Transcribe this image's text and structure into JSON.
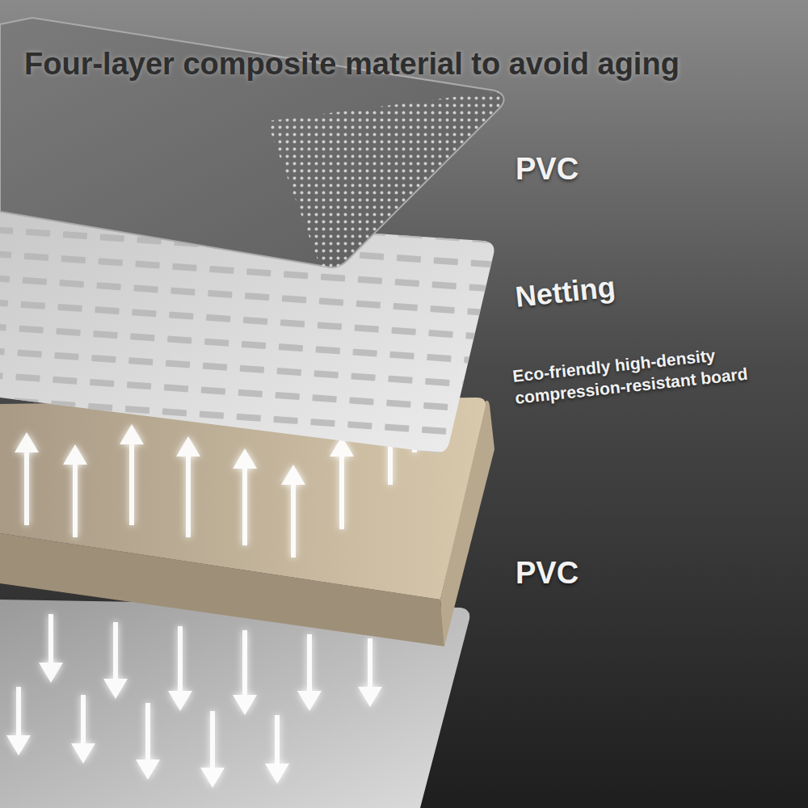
{
  "diagram": {
    "title": "Four-layer composite material to avoid aging",
    "labels": [
      "PVC",
      "Netting",
      "Eco-friendly high-density compression-resistant board",
      "PVC"
    ]
  }
}
